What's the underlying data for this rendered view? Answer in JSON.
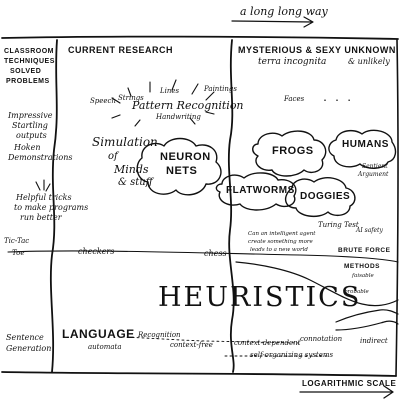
{
  "top_note": "a long long way",
  "left_column": {
    "l1": "CLASSROOM",
    "l2": "TECHNIQUES",
    "l3": "SOLVED",
    "l4": "PROBLEMS",
    "l5": "Impressive",
    "l6": "Startling",
    "l7": "outputs",
    "l8": "Hoken",
    "l9": "Demonstrations",
    "l10": "Helpful tricks",
    "l11": "to make programs",
    "l12": "run better",
    "l13": "Tic-Tac",
    "l14": "Toe",
    "l15": "Sentence",
    "l16": "Generation"
  },
  "headers": {
    "current_research": "CURRENT RESEARCH",
    "mysterious": "MYSTERIOUS & SEXY UNKNOWN",
    "terra": "terra incognita",
    "unlikely": "& unlikely"
  },
  "current_area": {
    "lines": "Lines",
    "paintings": "Paintings",
    "speech": "Speech",
    "strings": "Strings",
    "faces": "Faces",
    "pattern": "Pattern Recognition",
    "handwriting": "Handwriting",
    "dots": ". . ."
  },
  "simulation": {
    "s1": "Simulation",
    "s2": "of",
    "s3": "Minds",
    "s4": "& stuff"
  },
  "clouds": {
    "neuron": "NEURON",
    "nets": "NETS",
    "frogs": "FROGS",
    "humans": "HUMANS",
    "flatworms": "FLATWORMS",
    "doggies": "DOGGIES",
    "sentient": "Sentient",
    "argument": "Argument"
  },
  "right_area": {
    "turing": "Turing Test",
    "ai_safety": "AI safety",
    "can_an": "Can an intelligent agent",
    "create": "create something more",
    "leads": "leads to a new world",
    "brute_force": "BRUTE FORCE",
    "methods": "METHODS",
    "faisable": "faisable",
    "probable": "probable"
  },
  "games": {
    "checkers": "checkers",
    "chess": "chess"
  },
  "heuristics": "HEURISTICS",
  "language": {
    "title": "LANGUAGE",
    "automata": "automata",
    "recognition": "Recognition",
    "context_free": "context-free",
    "context_dependent": "context-dependent",
    "connotation": "connotation",
    "indirect": "indirect",
    "self_organizing": "self-organizing systems"
  },
  "axis_label": "LOGARITHMIC SCALE",
  "colors": {
    "ink": "#111111",
    "paper": "#ffffff"
  }
}
